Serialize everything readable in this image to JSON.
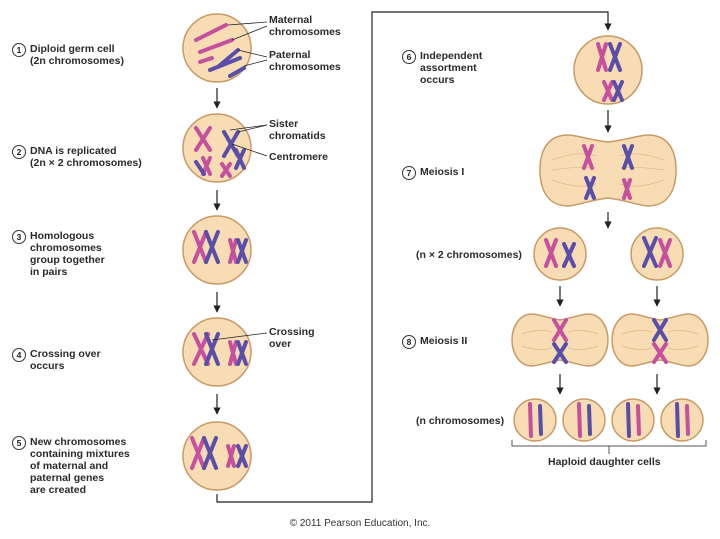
{
  "steps": [
    {
      "num": "1",
      "lines": [
        "Diploid germ cell",
        "(2n chromosomes)"
      ]
    },
    {
      "num": "2",
      "lines": [
        "DNA is replicated",
        "(2n × 2 chromosomes)"
      ]
    },
    {
      "num": "3",
      "lines": [
        "Homologous",
        "chromosomes",
        "group together",
        "in pairs"
      ]
    },
    {
      "num": "4",
      "lines": [
        "Crossing over",
        "occurs"
      ]
    },
    {
      "num": "5",
      "lines": [
        "New chromosomes",
        "containing mixtures",
        "of maternal and",
        "paternal genes",
        "are created"
      ]
    },
    {
      "num": "6",
      "lines": [
        "Independent",
        "assortment",
        "occurs"
      ]
    },
    {
      "num": "7",
      "lines": [
        "Meiosis I"
      ]
    },
    {
      "num": "8",
      "lines": [
        "Meiosis II"
      ]
    }
  ],
  "callouts": {
    "maternal": [
      "Maternal",
      "chromosomes"
    ],
    "paternal": [
      "Paternal",
      "chromosomes"
    ],
    "sister": [
      "Sister",
      "chromatids"
    ],
    "centromere": "Centromere",
    "crossing": [
      "Crossing",
      "over"
    ]
  },
  "stage_labels": {
    "n_times_2": "(n × 2 chromosomes)",
    "n": "(n chromosomes)",
    "haploid": "Haploid daughter cells"
  },
  "copyright": "© 2011 Pearson Education, Inc.",
  "colors": {
    "cell_fill": "#f7dcb4",
    "cell_stroke": "#c89a66",
    "maternal": "#c6509e",
    "paternal": "#5a4ea8",
    "arrow": "#222222"
  }
}
